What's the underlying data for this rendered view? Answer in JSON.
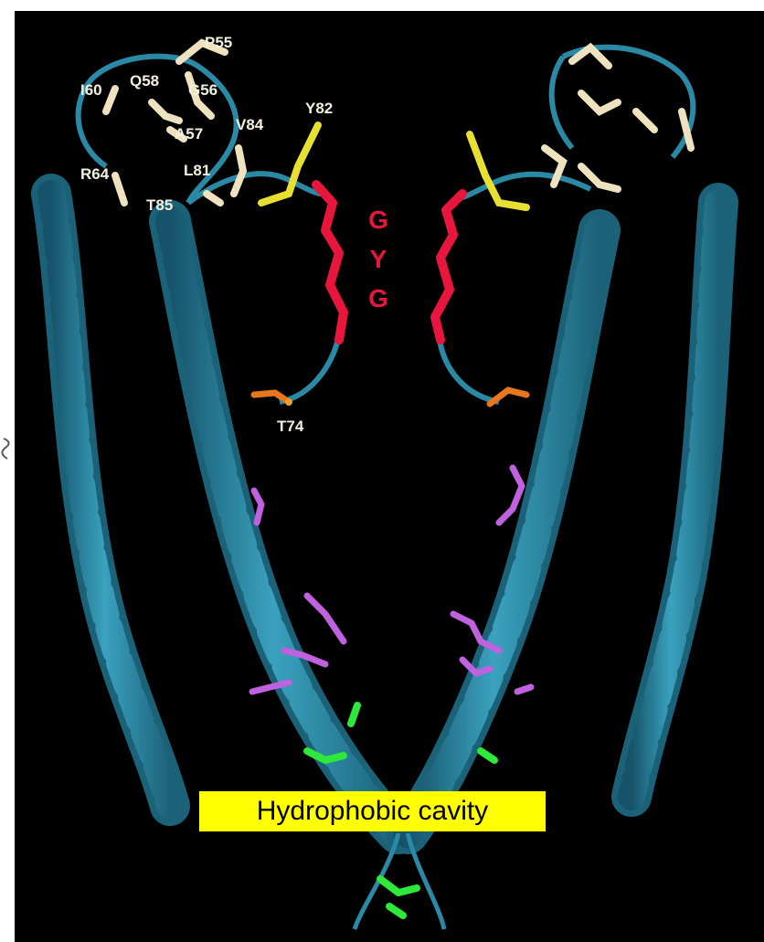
{
  "figure": {
    "caption": "Hydrophobic cavity",
    "colors": {
      "background": "#000000",
      "helix": "#2a8aa6",
      "helix_dark": "#1b6279",
      "loop_residues": "#efe3bf",
      "tyr82": "#e8e030",
      "selectivity_filter": "#e8163c",
      "thr74": "#e8761c",
      "cavity_residues_upper": "#c061e0",
      "cavity_residues_lower": "#2ee83a",
      "caption_highlight": "#ffff00"
    }
  },
  "labels": {
    "p55": "P55",
    "i60": "I60",
    "q58": "Q58",
    "g56": "G56",
    "y82": "Y82",
    "v84": "V84",
    "a57": "A57",
    "r64": "R64",
    "l81": "L81",
    "t85": "T85",
    "t74": "T74"
  },
  "filter_sequence": [
    "G",
    "Y",
    "G"
  ]
}
